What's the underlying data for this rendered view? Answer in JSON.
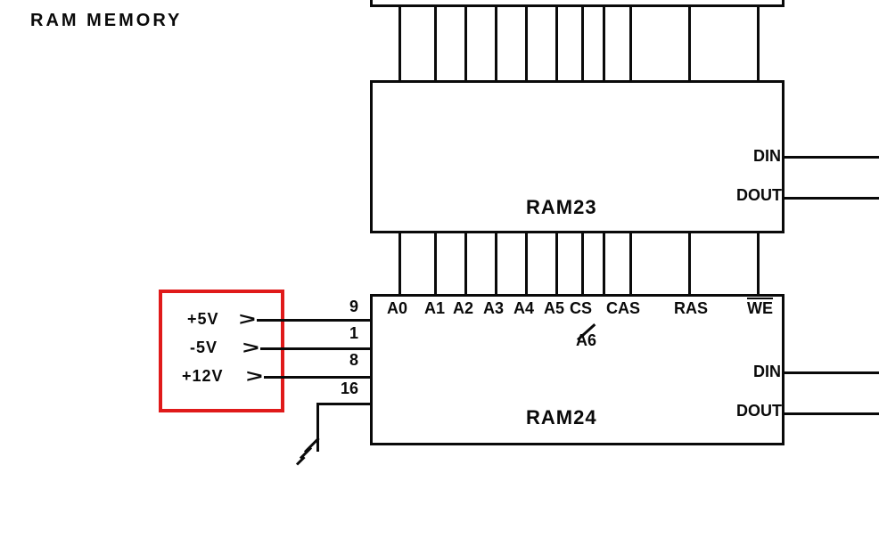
{
  "header": {
    "title": "RAM MEMORY"
  },
  "colors": {
    "ink": "#0a0a0a",
    "background": "#ffffff",
    "highlight_box": "#e01a1a"
  },
  "chips": {
    "ram23": {
      "name": "RAM23",
      "pins_right": {
        "din": "DIN",
        "dout": "DOUT"
      }
    },
    "ram24": {
      "name": "RAM24",
      "pins_top": [
        "A0",
        "A1",
        "A2",
        "A3",
        "A4",
        "A5",
        "CS",
        "CAS",
        "RAS",
        "WE"
      ],
      "pin_callout": "A6",
      "pins_right": {
        "din": "DIN",
        "dout": "DOUT"
      },
      "pins_left": [
        {
          "pin": "9",
          "label": "+5V"
        },
        {
          "pin": "1",
          "label": "-5V"
        },
        {
          "pin": "8",
          "label": "+12V"
        },
        {
          "pin": "16",
          "label": ""
        }
      ],
      "connector_glyph": ">"
    }
  }
}
